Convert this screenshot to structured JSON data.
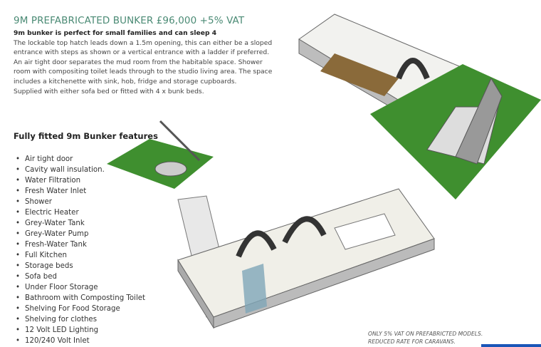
{
  "title": "9M PREFABRICATED BUNKER £96,000 +5% VAT",
  "intro": "9m bunker is perfect for small families and can sleep 4",
  "paragraphs": [
    "The lockable top hatch leads down a 1.5m opening, this can either be a sloped entrance with steps as shown or a vertical entrance with a ladder if preferred.",
    "An air tight door separates the mud room from the habitable space. Shower room with compositing toilet leads through to the studio living area. The space includes a kitchenette with sink, hob, fridge and storage cupboards.",
    "Supplied with either sofa bed or fitted with 4 x bunk beds."
  ],
  "features_heading": "Fully fitted 9m Bunker features",
  "features": [
    "Air tight door",
    "Cavity wall insulation.",
    "Water Filtration",
    "Fresh Water Inlet",
    "Shower",
    "Electric Heater",
    "Grey-Water Tank",
    "Grey-Water Pump",
    "Fresh-Water Tank",
    "Full Kitchen",
    "Storage beds",
    "Sofa bed",
    "Under Floor Storage",
    "Bathroom with Composting Toilet",
    "Shelving For Food Storage",
    "Shelving for clothes",
    "12 Volt LED Lighting",
    "120/240 Volt Inlet"
  ],
  "note": [
    "ONLY 5% VAT ON PREFABRICTED MODELS.",
    "REDUCED RATE FOR CARAVANS."
  ],
  "colors": {
    "title": "#4a8a74",
    "grass": "#3f8f2f",
    "accent_bar": "#1a56b8"
  }
}
